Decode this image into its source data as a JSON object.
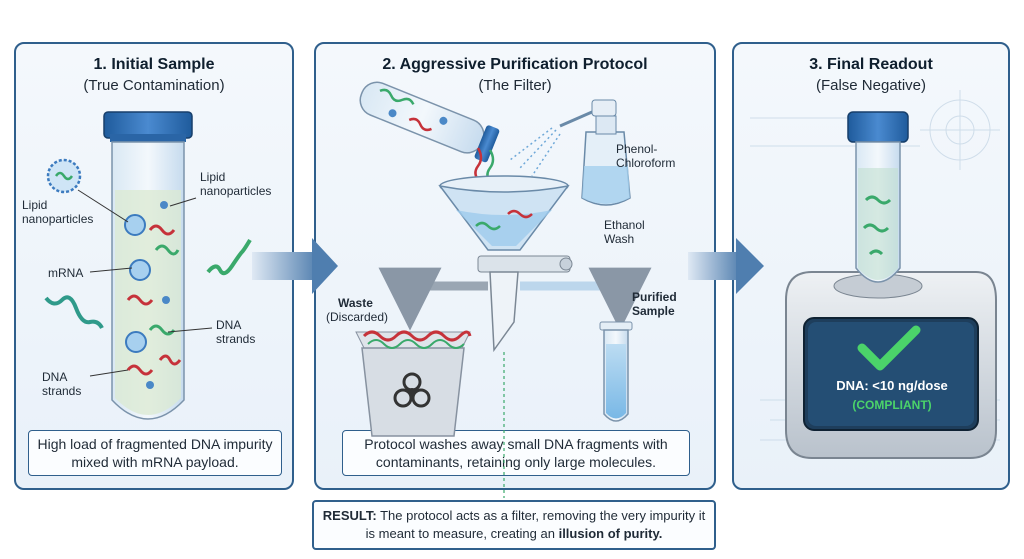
{
  "panels": [
    {
      "title": "1. Initial Sample",
      "subtitle": "(True Contamination)"
    },
    {
      "title": "2. Aggressive Purification Protocol",
      "subtitle": "(The Filter)"
    },
    {
      "title": "3. Final Readout",
      "subtitle": "(False Negative)"
    }
  ],
  "panel1": {
    "labels": {
      "lipid_left": "Lipid\nnanoparticles",
      "lipid_right": "Lipid\nnanoparticles",
      "mrna": "mRNA",
      "dna_right": "DNA\nstrands",
      "dna_left": "DNA\nstrands"
    },
    "description": "High load of fragmented DNA impurity mixed with mRNA payload."
  },
  "panel2": {
    "labels": {
      "phenol": "Phenol-\nChloroform",
      "ethanol": "Ethanol\nWash",
      "waste_title": "Waste",
      "waste_sub": "(Discarded)",
      "purified": "Purified\nSample"
    },
    "description": "Protocol washes away small DNA fragments with contaminants, retaining only large molecules."
  },
  "panel3": {
    "screen_value": "DNA: <10 ng/dose",
    "screen_status": "(COMPLIANT)"
  },
  "result": {
    "lead": "RESULT:",
    "text": " The protocol acts as a filter, removing the very impurity it is meant to measure, creating an ",
    "emphasis": "illusion of purity."
  },
  "colors": {
    "panel_border": "#2f5f8c",
    "arrow": "#5b86b3",
    "cap_blue": "#2f6fb3",
    "mrna_green": "#3aa96b",
    "dna_red": "#c6323a",
    "screen_bg": "#1e3e5c",
    "check_green": "#4bd36a"
  },
  "icons": [
    "biohazard-icon",
    "checkmark-icon"
  ]
}
